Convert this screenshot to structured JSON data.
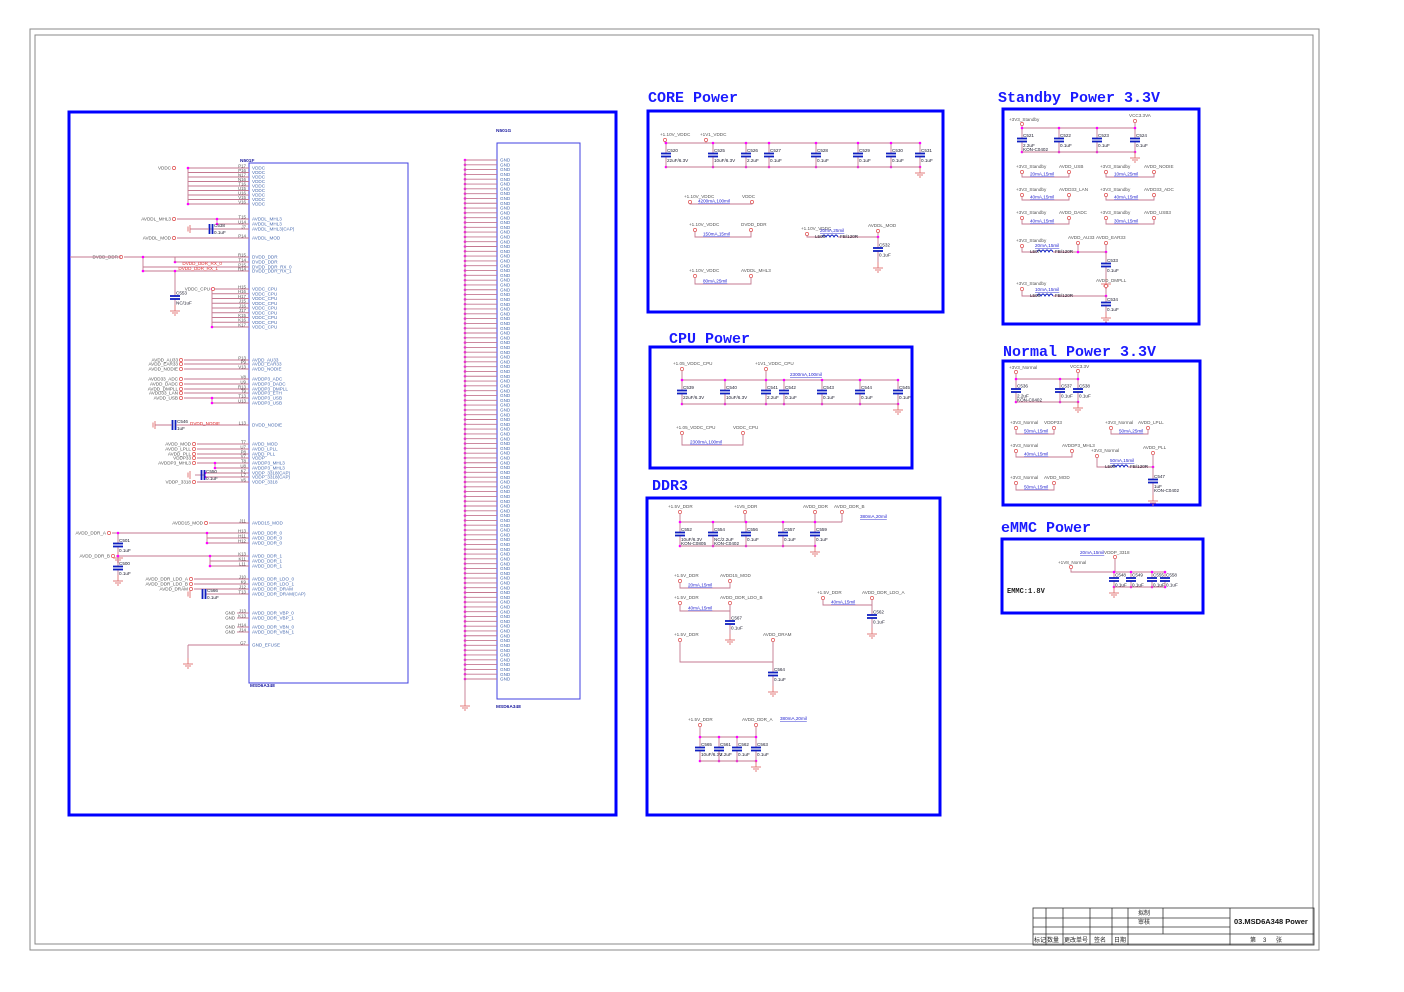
{
  "titles": {
    "core": "CORE Power",
    "cpu": "CPU Power",
    "ddr3": "DDR3",
    "standby": "Standby Power 3.3V",
    "normal": "Normal Power 3.3V",
    "emmc": "eMMC Power"
  },
  "title_block": {
    "drawn": "拟制",
    "review": "审核",
    "cols": [
      "标记",
      "数量",
      "更改单号",
      "签名",
      "日期"
    ],
    "sheet_title": "03.MSD6A348 Power",
    "page_prefix": "第",
    "page_no": "3",
    "page_unit": "张"
  },
  "core": {
    "nets": [
      "+1.10V_VDDC",
      "+1V1_VDDC"
    ],
    "caps": [
      {
        "ref": "C520",
        "val": "22uF/6.3V"
      },
      {
        "ref": "C525",
        "val": "10uF/6.3V"
      },
      {
        "ref": "C526",
        "val": "2.2uF"
      },
      {
        "ref": "C527",
        "val": "0.1uF"
      },
      {
        "ref": "C528",
        "val": "0.1uF"
      },
      {
        "ref": "C529",
        "val": "0.1uF"
      },
      {
        "ref": "C530",
        "val": "0.1uF"
      },
      {
        "ref": "C531",
        "val": "0.1uF"
      }
    ],
    "links": [
      {
        "a": "+1.10V_VDDC",
        "b": "VDDC",
        "note": "4200mA,100mil"
      },
      {
        "a": "+1.10V_VDDC",
        "b": "DVDD_DDR",
        "note": "150mA,15mil"
      },
      {
        "a": "+1.10V_VDDC",
        "b": "AVDDL_MHL3",
        "note": "80mA,25mil"
      }
    ],
    "fb": {
      "a": "+1.10V_VDDC",
      "b": "AVDDL_MOD",
      "l_ref": "L508",
      "l_val": "FB/120R",
      "note": "20mA,25mil",
      "cap": {
        "ref": "C532",
        "val": "0.1uF"
      }
    }
  },
  "cpu": {
    "nets": [
      "+1.05_VDDC_CPU",
      "+1V1_VDDC_CPU"
    ],
    "rail_note": "2300mA,100mil",
    "caps": [
      {
        "ref": "C539",
        "val": "22uF/6.3V"
      },
      {
        "ref": "C540",
        "val": "10uF/6.3V"
      },
      {
        "ref": "C541",
        "val": "2.2uF"
      },
      {
        "ref": "C542",
        "val": "0.1uF"
      },
      {
        "ref": "C543",
        "val": "0.1uF"
      },
      {
        "ref": "C544",
        "val": "0.1uF"
      },
      {
        "ref": "C545",
        "val": "0.1uF"
      }
    ],
    "links": [
      {
        "a": "+1.05_VDDC_CPU",
        "b": "VDDC_CPU",
        "note": "2300mA,100mil"
      }
    ]
  },
  "standby": {
    "nets": [
      "+3V3_Standby",
      "VCC3.3VA"
    ],
    "caps": [
      {
        "ref": "C521",
        "val": "2.2uF",
        "extra": "KON-C0402"
      },
      {
        "ref": "C522",
        "val": "0.1uF"
      },
      {
        "ref": "C523",
        "val": "0.1uF"
      },
      {
        "ref": "C524",
        "val": "0.1uF"
      }
    ],
    "links": [
      {
        "a": "+3V3_Standby",
        "b": "AVDD_USB",
        "note": "20mA,15mil"
      },
      {
        "a": "+3V3_Standby",
        "b": "AVDD_NODIE",
        "note": "10mA,25mil"
      },
      {
        "a": "+3V3_Standby",
        "b": "AVDD33_LAN",
        "note": "40mA,15mil"
      },
      {
        "a": "+3V3_Standby",
        "b": "AVDD33_ADC",
        "note": "40mA,15mil"
      },
      {
        "a": "+3V3_Standby",
        "b": "AVDD_DADC",
        "note": "40mA,15mil"
      },
      {
        "a": "+3V3_Standby",
        "b": "AVDD_USB3",
        "note": "30mA,15mil"
      }
    ],
    "fbs": [
      {
        "a": "+3V3_Standby",
        "b": "AVDD_EAR33",
        "b2": "AVDD_AU33",
        "l_ref": "L507",
        "l_val": "FB/120R",
        "note": "20mA,15mil",
        "cap": {
          "ref": "C533",
          "val": "0.1uF"
        }
      },
      {
        "a": "+3V3_Standby",
        "b": "AVDD_DMPLL",
        "l_ref": "L506",
        "l_val": "FB/120R",
        "note": "10mA,15mil",
        "cap": {
          "ref": "C534",
          "val": "0.1uF"
        }
      }
    ]
  },
  "normal": {
    "nets": [
      "+3V3_Normal",
      "VCC3.3V"
    ],
    "caps": [
      {
        "ref": "C536",
        "val": "2.2uF",
        "extra": "KON-C0402"
      },
      {
        "ref": "C537",
        "val": "0.1uF"
      },
      {
        "ref": "C538",
        "val": "0.1uF"
      }
    ],
    "links": [
      {
        "a": "+3V3_Normal",
        "b": "VDDP33",
        "note": "50mA,15mil"
      },
      {
        "a": "+3V3_Normal",
        "b": "AVDD_LPLL",
        "note": "50mA,25mil"
      },
      {
        "a": "+3V3_Normal",
        "b": "AVDDP3_MHL3",
        "note": "40mA,15mil"
      },
      {
        "a": "+3V3_Normal",
        "b": "AVDD_MOD",
        "note": "50mA,15mil"
      }
    ],
    "fb": {
      "a": "+3V3_Normal",
      "b": "AVDD_PLL",
      "l_ref": "L509",
      "l_val": "FB/120R",
      "note": "50mA,15mil",
      "cap": {
        "ref": "C547",
        "val": "1uF",
        "extra": "KON-C0402"
      }
    }
  },
  "emmc": {
    "supply": "+1V8_Normal",
    "out": "VDDP_3318",
    "note": "20mA,15mil",
    "label": "EMMC:1.8V",
    "caps": [
      {
        "ref": "C548",
        "val": "0.1uF"
      },
      {
        "ref": "C549",
        "val": "0.1uF"
      },
      {
        "ref": "C555",
        "val": "0.1uF"
      },
      {
        "ref": "C558",
        "val": "0.1uF"
      }
    ]
  },
  "ddr3": {
    "top_nets": [
      "+1.5V_DDR",
      "+1V5_DDR",
      "AVDD_DDR",
      "AVDD_DDR_B"
    ],
    "top_note": "380mA,20mil",
    "top_caps": [
      {
        "ref": "C552",
        "val": "10uF/6.3V",
        "extra": "KON-C0805"
      },
      {
        "ref": "C554",
        "val": "NC/2.2uF",
        "extra": "KON-C0402"
      },
      {
        "ref": "C556",
        "val": "0.1uF"
      },
      {
        "ref": "C557",
        "val": "0.1uF"
      },
      {
        "ref": "C559",
        "val": "0.1uF"
      }
    ],
    "link": {
      "a": "+1.5V_DDR",
      "b": "AVDD15_MOD",
      "note": "20mA,15mil"
    },
    "ldo_b": {
      "a": "+1.5V_DDR",
      "b": "AVDD_DDR_LDO_B",
      "note": "40mA,15mil",
      "cap": {
        "ref": "C567",
        "val": "0.1uF"
      }
    },
    "ldo_a": {
      "a": "+1.5V_DDR",
      "b": "AVDD_DDR_LDO_A",
      "note": "40mA,15mil",
      "cap": {
        "ref": "C562",
        "val": "0.1uF"
      }
    },
    "dram": {
      "a": "+1.5V_DDR",
      "b": "AVDD_DRAM",
      "cap": {
        "ref": "C564",
        "val": "0.1uF"
      }
    },
    "bottom_nets": [
      "+1.5V_DDR",
      "AVDD_DDR_A"
    ],
    "bottom_note": "380mA,20mil",
    "bottom_caps": [
      {
        "ref": "C565",
        "val": "10uF/6.3V"
      },
      {
        "ref": "C561",
        "val": "2.2uF"
      },
      {
        "ref": "C562",
        "val": "0.1uF"
      },
      {
        "ref": "C563",
        "val": "0.1uF"
      }
    ]
  },
  "ic_f": {
    "ref": "N501F",
    "part": "MSD6A348",
    "pins": [
      {
        "num": "P17",
        "name": "VDDC"
      },
      {
        "num": "P16",
        "name": "VDDC"
      },
      {
        "num": "N17",
        "name": "VDDC"
      },
      {
        "num": "N16",
        "name": "VDDC"
      },
      {
        "num": "T16",
        "name": "VDDC"
      },
      {
        "num": "U15",
        "name": "VDDC"
      },
      {
        "num": "U16",
        "name": "VDDC"
      },
      {
        "num": "V15",
        "name": "VDDC"
      },
      {
        "num": "V16",
        "name": "VDDC"
      },
      {
        "num": "T15",
        "name": "AVDDL_MHL3"
      },
      {
        "num": "U14",
        "name": "AVDDL_MHL3"
      },
      {
        "num": "J7",
        "name": "AVDDL_MHL3(CAP)"
      },
      {
        "num": "P14",
        "name": "AVDDL_MOD"
      },
      {
        "num": "R15",
        "name": "DVDD_DDR"
      },
      {
        "num": "T14",
        "name": "DVDD_DDR"
      },
      {
        "num": "P15",
        "name": "DVDD_DDR_RX_0"
      },
      {
        "num": "R14",
        "name": "DVDD_DDR_RX_1"
      },
      {
        "num": "H15",
        "name": "VDDC_CPU"
      },
      {
        "num": "H16",
        "name": "VDDC_CPU"
      },
      {
        "num": "H17",
        "name": "VDDC_CPU"
      },
      {
        "num": "J15",
        "name": "VDDC_CPU"
      },
      {
        "num": "J16",
        "name": "VDDC_CPU"
      },
      {
        "num": "J17",
        "name": "VDDC_CPU"
      },
      {
        "num": "K15",
        "name": "VDDC_CPU"
      },
      {
        "num": "K16",
        "name": "VDDC_CPU"
      },
      {
        "num": "K17",
        "name": "VDDC_CPU"
      },
      {
        "num": "P13",
        "name": "AVDD_AU33"
      },
      {
        "num": "P9",
        "name": "AVDD_EAR33"
      },
      {
        "num": "V13",
        "name": "AVDD_NODIE"
      },
      {
        "num": "V8",
        "name": "AVDDP3_ADC"
      },
      {
        "num": "U9",
        "name": "AVDDP3_DADC"
      },
      {
        "num": "R13",
        "name": "AVDDP3_DMPLL"
      },
      {
        "num": "T9",
        "name": "AVDDP3_ETH"
      },
      {
        "num": "T13",
        "name": "AVDDP3_USB"
      },
      {
        "num": "U13",
        "name": "AVDDP3_USB"
      },
      {
        "num": "L13",
        "name": "DVDD_NODIE"
      },
      {
        "num": "T7",
        "name": "AVDD_MOD"
      },
      {
        "num": "U7",
        "name": "AVDD_LPLL"
      },
      {
        "num": "P8",
        "name": "AVDD_PLL"
      },
      {
        "num": "V7",
        "name": "VDDP"
      },
      {
        "num": "T8",
        "name": "AVDDP3_MHL3"
      },
      {
        "num": "U8",
        "name": "AVDDP3_MHL3"
      },
      {
        "num": "K7",
        "name": "VDDP_3318(CAP)"
      },
      {
        "num": "L7",
        "name": "VDDP_3318(CAP)"
      },
      {
        "num": "V6",
        "name": "VDDP_3318"
      },
      {
        "num": "J11",
        "name": "AVDD15_MOD"
      },
      {
        "num": "H13",
        "name": "AVDD_DDR_0"
      },
      {
        "num": "H11",
        "name": "AVDD_DDR_0"
      },
      {
        "num": "H12",
        "name": "AVDD_DDR_0"
      },
      {
        "num": "K13",
        "name": "AVDD_DDR_1"
      },
      {
        "num": "K11",
        "name": "AVDD_DDR_1"
      },
      {
        "num": "L11",
        "name": "AVDD_DDR_1"
      },
      {
        "num": "J10",
        "name": "AVDD_DDR_LDO_0"
      },
      {
        "num": "K9",
        "name": "AVDD_DDR_LDO_1"
      },
      {
        "num": "J12",
        "name": "AVDD_DDR_DRAM"
      },
      {
        "num": "T13",
        "name": "AVDD_DDR_DRAM(CAP)"
      },
      {
        "num": "J13",
        "name": "AVDD_DDR_VBP_0"
      },
      {
        "num": "K13",
        "name": "AVDD_DDR_VBP_1"
      },
      {
        "num": "H14",
        "name": "AVDD_DDR_VBN_0"
      },
      {
        "num": "J14",
        "name": "AVDD_DDR_VBN_1"
      },
      {
        "num": "G7",
        "name": "GND_EFUSE"
      }
    ],
    "nets": [
      "VDDC",
      "AVDDL_MHL3",
      "AVDDL_MOD",
      "DVDD_DDR",
      "VDDC_CPU",
      "AVDD_AU33",
      "AVDD_EAR33",
      "AVDD_NODIE",
      "AVDD33_ADC",
      "AVDD_DADC",
      "AVDD_DMPLL",
      "AVDD33_LAN",
      "AVDD_USB",
      "AVDD_MOD",
      "AVDD_LPLL",
      "AVDD_PLL",
      "VDDP33",
      "AVDDP3_MHL3",
      "VDDP_3318",
      "AVDD15_MOD",
      "AVDD_DDR_A",
      "AVDD_DDR_B",
      "AVDD_DDR_LDO_A",
      "AVDD_DDR_LDO_B",
      "AVDD_DRAM"
    ],
    "red_nets": [
      "DVDD_DDR_RX_0",
      "DVDD_DDR_RX_1",
      "DVDD_NODIE"
    ],
    "caps": [
      {
        "ref": "C538",
        "val": "0.1uF"
      },
      {
        "ref": "C553",
        "val": "NC/1uF"
      },
      {
        "ref": "C546",
        "val": "1uF"
      },
      {
        "ref": "C550",
        "val": "0.1uF"
      },
      {
        "ref": "C501",
        "val": "0.1uF"
      },
      {
        "ref": "C500",
        "val": "0.1uF"
      },
      {
        "ref": "C566",
        "val": "0.1uF"
      }
    ]
  },
  "ic_g": {
    "ref": "N501G",
    "part": "MSD6A348",
    "gnd_pin_name": "GND",
    "gnd_pin_count": 109
  }
}
